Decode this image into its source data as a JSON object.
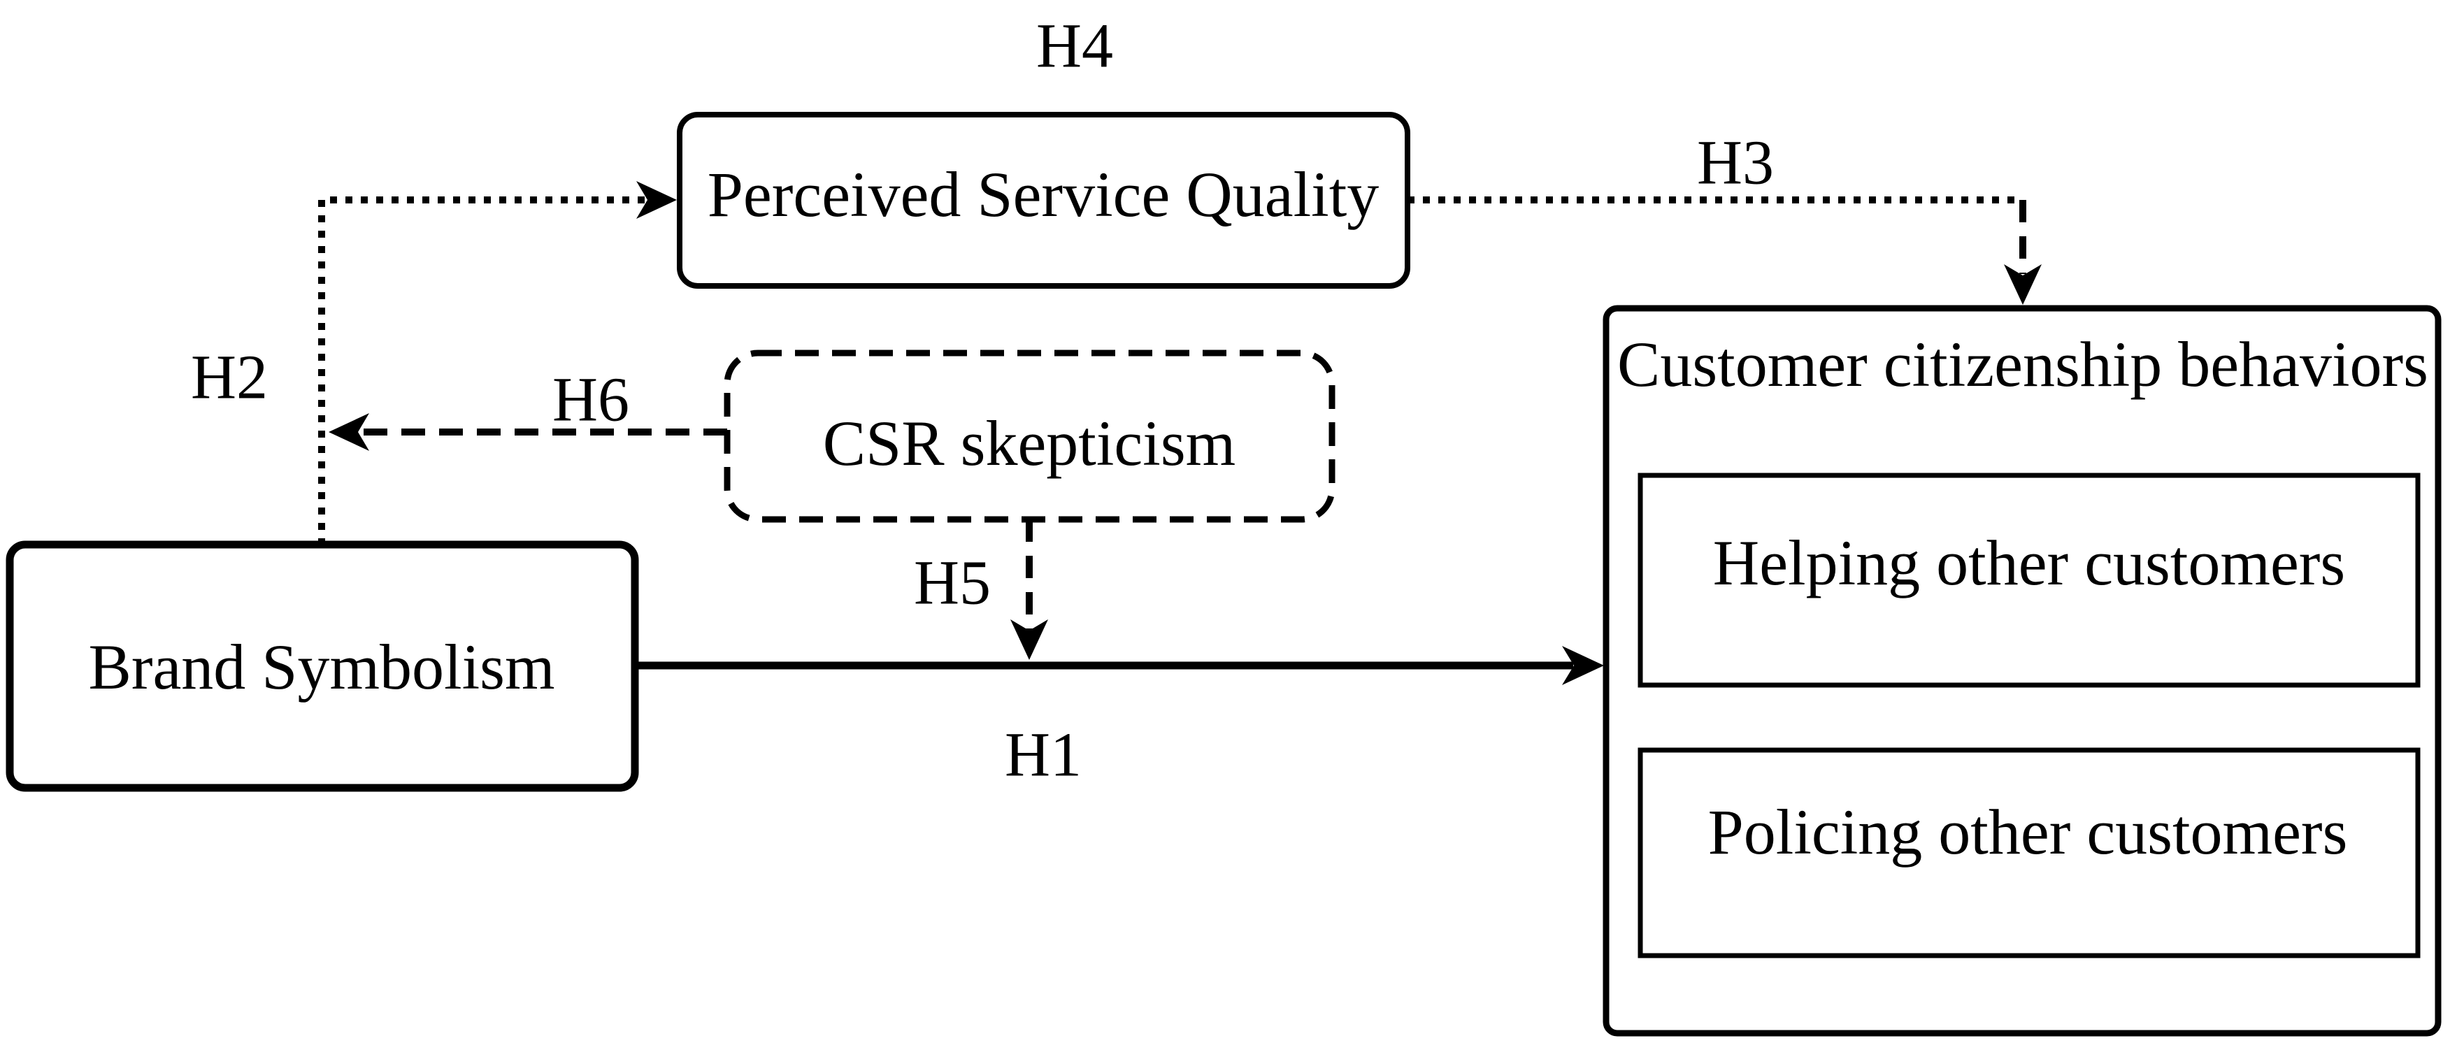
{
  "figure": {
    "background_color": "#ffffff",
    "line_color": "#000000",
    "nodes": {
      "perceived_service_quality": "Perceived Service Quality",
      "csr_skepticism": "CSR skepticism",
      "brand_symbolism": "Brand Symbolism",
      "customer_citizenship_behaviors": "Customer citizenship behaviors",
      "helping_other_customers": "Helping other customers",
      "policing_other_customers": "Policing other customers"
    },
    "hypothesis_labels": {
      "h1": "H1",
      "h2": "H2",
      "h3": "H3",
      "h4": "H4",
      "h5": "H5",
      "h6": "H6"
    },
    "edges": [
      {
        "label": "H1",
        "from": "Brand Symbolism",
        "to": "Customer citizenship behaviors",
        "line_style": "solid",
        "arrow": "filled-dart"
      },
      {
        "label": "H2",
        "from": "Brand Symbolism",
        "to": "Perceived Service Quality",
        "line_style": "dotted",
        "arrow": "filled-dart"
      },
      {
        "label": "H3",
        "from": "Perceived Service Quality",
        "to": "Customer citizenship behaviors",
        "line_style": "dotted-then-dashed",
        "arrow": "filled-dart"
      },
      {
        "label": "H4",
        "attached_to": "Perceived Service Quality",
        "line_style": "none",
        "arrow": "none"
      },
      {
        "label": "H5",
        "from": "CSR skepticism",
        "to": "H1 path",
        "line_style": "dashed",
        "arrow": "filled-dart"
      },
      {
        "label": "H6",
        "from": "CSR skepticism",
        "to": "H2 path",
        "line_style": "dashed",
        "arrow": "filled-dart"
      }
    ]
  }
}
